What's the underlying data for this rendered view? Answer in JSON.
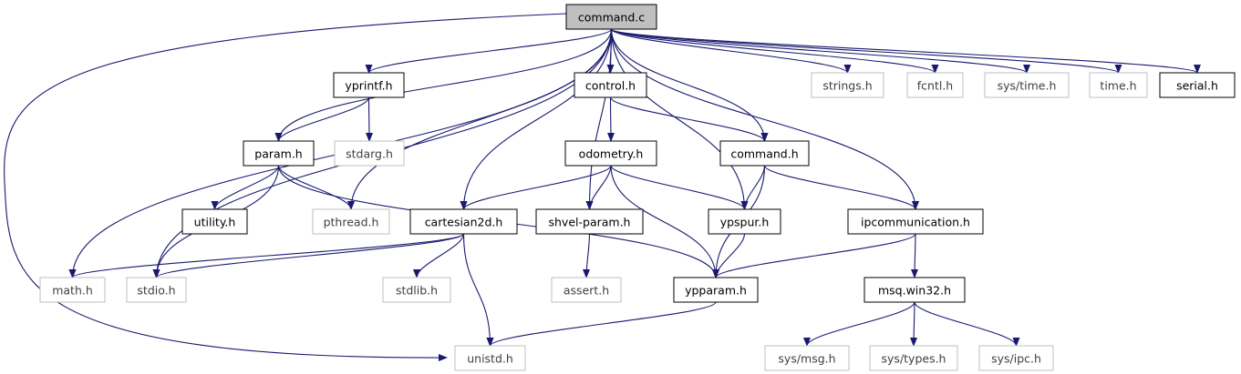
{
  "colors": {
    "edge": "#191970",
    "border_strong": "#000000",
    "border_muted": "#bfbfbf",
    "text_strong": "#000000",
    "text_muted": "#3f3f3f",
    "root_fill": "#bfbfbf",
    "fill": "#ffffff"
  },
  "nodes": {
    "command_c": {
      "label": "command.c",
      "style": "root"
    },
    "yprintf_h": {
      "label": "yprintf.h",
      "style": "strong"
    },
    "control_h": {
      "label": "control.h",
      "style": "strong"
    },
    "strings_h": {
      "label": "strings.h",
      "style": "muted"
    },
    "fcntl_h": {
      "label": "fcntl.h",
      "style": "muted"
    },
    "sys_time_h": {
      "label": "sys/time.h",
      "style": "muted"
    },
    "time_h": {
      "label": "time.h",
      "style": "muted"
    },
    "serial_h": {
      "label": "serial.h",
      "style": "strong"
    },
    "param_h": {
      "label": "param.h",
      "style": "strong"
    },
    "stdarg_h": {
      "label": "stdarg.h",
      "style": "muted"
    },
    "odometry_h": {
      "label": "odometry.h",
      "style": "strong"
    },
    "command_h": {
      "label": "command.h",
      "style": "strong"
    },
    "utility_h": {
      "label": "utility.h",
      "style": "strong"
    },
    "pthread_h": {
      "label": "pthread.h",
      "style": "muted"
    },
    "cartesian2d_h": {
      "label": "cartesian2d.h",
      "style": "strong"
    },
    "shvel_param_h": {
      "label": "shvel-param.h",
      "style": "strong"
    },
    "ypspur_h": {
      "label": "ypspur.h",
      "style": "strong"
    },
    "ipcommunication_h": {
      "label": "ipcommunication.h",
      "style": "strong"
    },
    "math_h": {
      "label": "math.h",
      "style": "muted"
    },
    "stdio_h": {
      "label": "stdio.h",
      "style": "muted"
    },
    "stdlib_h": {
      "label": "stdlib.h",
      "style": "muted"
    },
    "assert_h": {
      "label": "assert.h",
      "style": "muted"
    },
    "ypparam_h": {
      "label": "ypparam.h",
      "style": "strong"
    },
    "msq_win32_h": {
      "label": "msq.win32.h",
      "style": "strong"
    },
    "unistd_h": {
      "label": "unistd.h",
      "style": "muted"
    },
    "sys_msg_h": {
      "label": "sys/msg.h",
      "style": "muted"
    },
    "sys_types_h": {
      "label": "sys/types.h",
      "style": "muted"
    },
    "sys_ipc_h": {
      "label": "sys/ipc.h",
      "style": "muted"
    }
  },
  "edges": [
    [
      "command_c",
      "yprintf_h"
    ],
    [
      "command_c",
      "control_h"
    ],
    [
      "command_c",
      "strings_h"
    ],
    [
      "command_c",
      "fcntl_h"
    ],
    [
      "command_c",
      "sys_time_h"
    ],
    [
      "command_c",
      "time_h"
    ],
    [
      "command_c",
      "serial_h"
    ],
    [
      "command_c",
      "param_h"
    ],
    [
      "command_c",
      "pthread_h"
    ],
    [
      "command_c",
      "cartesian2d_h"
    ],
    [
      "command_c",
      "shvel_param_h"
    ],
    [
      "command_c",
      "ypspur_h"
    ],
    [
      "command_c",
      "command_h"
    ],
    [
      "command_c",
      "ipcommunication_h"
    ],
    [
      "command_c",
      "math_h"
    ],
    [
      "command_c",
      "stdio_h"
    ],
    [
      "command_c",
      "unistd_h"
    ],
    [
      "yprintf_h",
      "param_h"
    ],
    [
      "yprintf_h",
      "stdarg_h"
    ],
    [
      "control_h",
      "odometry_h"
    ],
    [
      "control_h",
      "command_h"
    ],
    [
      "param_h",
      "utility_h"
    ],
    [
      "param_h",
      "pthread_h"
    ],
    [
      "param_h",
      "stdio_h"
    ],
    [
      "param_h",
      "ypparam_h"
    ],
    [
      "odometry_h",
      "cartesian2d_h"
    ],
    [
      "odometry_h",
      "shvel_param_h"
    ],
    [
      "odometry_h",
      "ypspur_h"
    ],
    [
      "odometry_h",
      "ypparam_h"
    ],
    [
      "command_h",
      "ypspur_h"
    ],
    [
      "command_h",
      "ipcommunication_h"
    ],
    [
      "command_h",
      "ypparam_h"
    ],
    [
      "cartesian2d_h",
      "math_h"
    ],
    [
      "cartesian2d_h",
      "stdio_h"
    ],
    [
      "cartesian2d_h",
      "stdlib_h"
    ],
    [
      "cartesian2d_h",
      "unistd_h"
    ],
    [
      "shvel_param_h",
      "assert_h"
    ],
    [
      "ypspur_h",
      "ypparam_h"
    ],
    [
      "ipcommunication_h",
      "ypparam_h"
    ],
    [
      "ipcommunication_h",
      "msq_win32_h"
    ],
    [
      "ypparam_h",
      "unistd_h"
    ],
    [
      "msq_win32_h",
      "sys_msg_h"
    ],
    [
      "msq_win32_h",
      "sys_types_h"
    ],
    [
      "msq_win32_h",
      "sys_ipc_h"
    ]
  ]
}
